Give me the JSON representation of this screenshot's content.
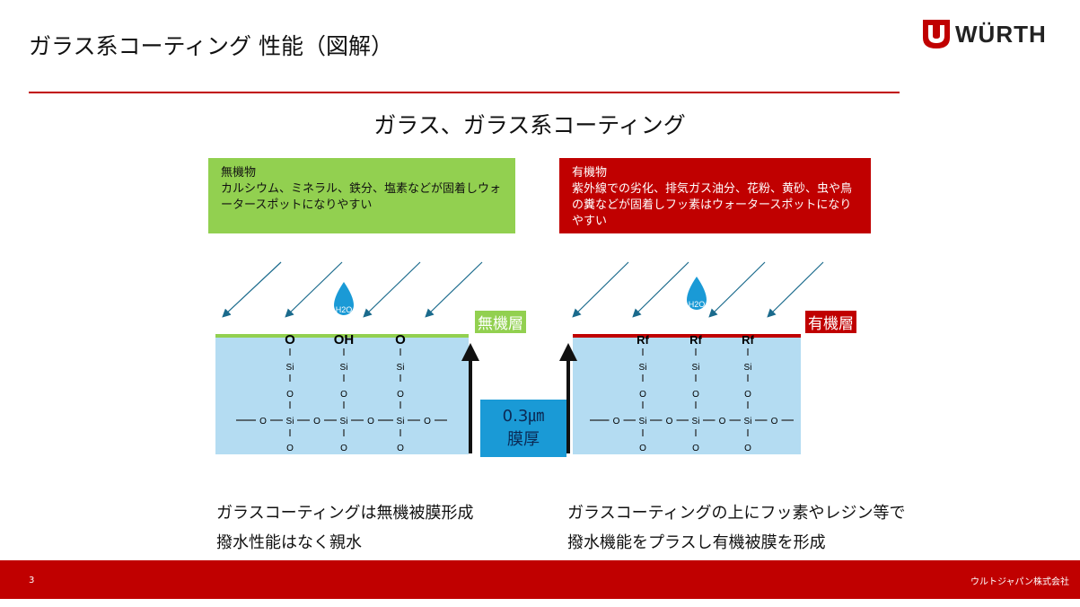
{
  "header": {
    "title": "ガラス系コーティング 性能（図解）",
    "logo_text": "WÜRTH"
  },
  "subtitle": "ガラス、ガラス系コーティング",
  "left_box": {
    "heading": "無機物",
    "body": "カルシウム、ミネラル、鉄分、塩素などが固着しウォータースポットになりやすい"
  },
  "right_box": {
    "heading": "有機物",
    "body": "紫外線での劣化、排気ガス油分、花粉、黄砂、虫や鳥の糞などが固着しフッ素はウォータースポットになりやすい"
  },
  "left_diagram": {
    "layer_label": "無機層",
    "droplet": "H2O",
    "top_atoms": [
      "O",
      "OH",
      "O"
    ],
    "chain": [
      "Si",
      "O",
      "Si",
      "O"
    ],
    "bridge": "O"
  },
  "right_diagram": {
    "layer_label": "有機層",
    "droplet": "H2O",
    "top_atoms": [
      "Rf",
      "Rf",
      "Rf"
    ],
    "chain": [
      "Si",
      "O",
      "Si",
      "O"
    ],
    "bridge": "O"
  },
  "thickness": {
    "value": "0.3㎛",
    "label": "膜厚"
  },
  "captions": {
    "left": [
      "ガラスコーティングは無機被膜形成",
      "撥水性能はなく親水"
    ],
    "right": [
      "ガラスコーティングの上にフッ素やレジン等で",
      "撥水機能をプラスし有機被膜を形成"
    ]
  },
  "footer": {
    "page": "3",
    "company": "ウルトジャパン株式会社"
  },
  "colors": {
    "red": "#c00000",
    "green": "#92d050",
    "glass": "#b4dcf2",
    "blue": "#1a9ad6"
  }
}
